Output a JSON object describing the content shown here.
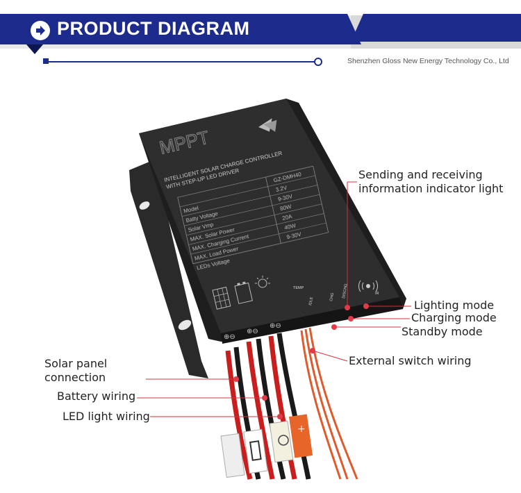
{
  "header": {
    "title": "PRODUCT DIAGRAM",
    "company": "Shenzhen Gloss New Energy Technology Co., Ltd",
    "icon": "arrow-right-circle-icon",
    "colors": {
      "banner": "#1c2b8c",
      "accent": "#d9303d"
    }
  },
  "device": {
    "brand": "MPPT",
    "subtitle_line1": "INTELLIGENT SOLAR CHARGE CONTROLLER",
    "subtitle_line2": "WITH STEP-UP LED DRIVER",
    "model_code": "GZ-DMH40",
    "specs": [
      {
        "name": "Model",
        "value": "3.2V"
      },
      {
        "name": "Batty Voltage",
        "value": "9-30V"
      },
      {
        "name": "Solar Vmp",
        "value": "80W"
      },
      {
        "name": "MAX. Solar Power",
        "value": "20A"
      },
      {
        "name": "MAX. Charging Current",
        "value": "40W"
      },
      {
        "name": "MAX. Load Power",
        "value": "9-30V"
      },
      {
        "name": "LEDs Voltage",
        "value": ""
      }
    ],
    "indicators": {
      "temp": "TEMP",
      "idle": "IDLE",
      "chg": "CHG",
      "dischg": "DISCHG",
      "ir": "IR"
    }
  },
  "callouts": {
    "sending_line1": "Sending and receiving",
    "sending_line2": "information indicator light",
    "lighting": "Lighting mode",
    "charging": "Charging mode",
    "standby": "Standby mode",
    "external": "External switch wiring",
    "solar_line1": "Solar panel",
    "solar_line2": "connection",
    "battery": "Battery wiring",
    "led": "LED light wiring"
  }
}
